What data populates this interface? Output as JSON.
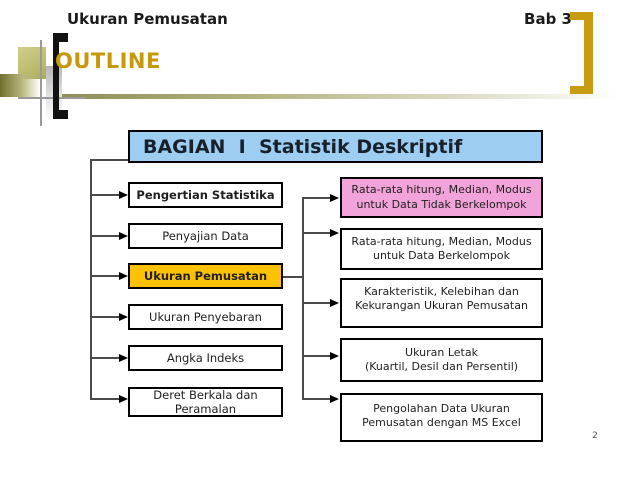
{
  "header": {
    "course_title": "Ukuran Pemusatan",
    "chapter": "Bab 3",
    "slide_title": "OUTLINE"
  },
  "diagram": {
    "section_header": "BAGIAN  I  Statistik Deskriptif",
    "left_boxes": [
      {
        "lines": [
          "Pengertian Statistika"
        ],
        "emphasis": true,
        "highlight": "none"
      },
      {
        "lines": [
          "Penyajian Data"
        ],
        "emphasis": false,
        "highlight": "none"
      },
      {
        "lines": [
          "Ukuran Pemusatan"
        ],
        "emphasis": true,
        "highlight": "gold"
      },
      {
        "lines": [
          "Ukuran Penyebaran"
        ],
        "emphasis": false,
        "highlight": "none"
      },
      {
        "lines": [
          "Angka Indeks"
        ],
        "emphasis": false,
        "highlight": "none"
      },
      {
        "lines": [
          "Deret Berkala dan",
          "Peramalan"
        ],
        "emphasis": false,
        "highlight": "none"
      }
    ],
    "right_boxes": [
      {
        "lines": [
          "Rata-rata hitung, Median, Modus",
          "untuk Data Tidak Berkelompok"
        ],
        "highlight": "pink"
      },
      {
        "lines": [
          "Rata-rata hitung, Median, Modus",
          "untuk Data Berkelompok"
        ],
        "highlight": "none"
      },
      {
        "lines": [
          "Karakteristik, Kelebihan dan",
          "Kekurangan Ukuran Pemusatan"
        ],
        "highlight": "none"
      },
      {
        "lines": [
          "Ukuran Letak",
          "(Kuartil, Desil dan Persentil)"
        ],
        "highlight": "none"
      },
      {
        "lines": [
          "Pengolahan Data Ukuran",
          "Pemusatan dengan MS Excel"
        ],
        "highlight": "none"
      }
    ]
  },
  "footer": {
    "page_number": "2"
  },
  "colors": {
    "section_header_fill": "#9dcef1",
    "highlight_gold": "#ffc103",
    "highlight_pink": "#f2a4da",
    "accent_gold": "#c7980a",
    "bracket_gold": "#c79c11"
  }
}
